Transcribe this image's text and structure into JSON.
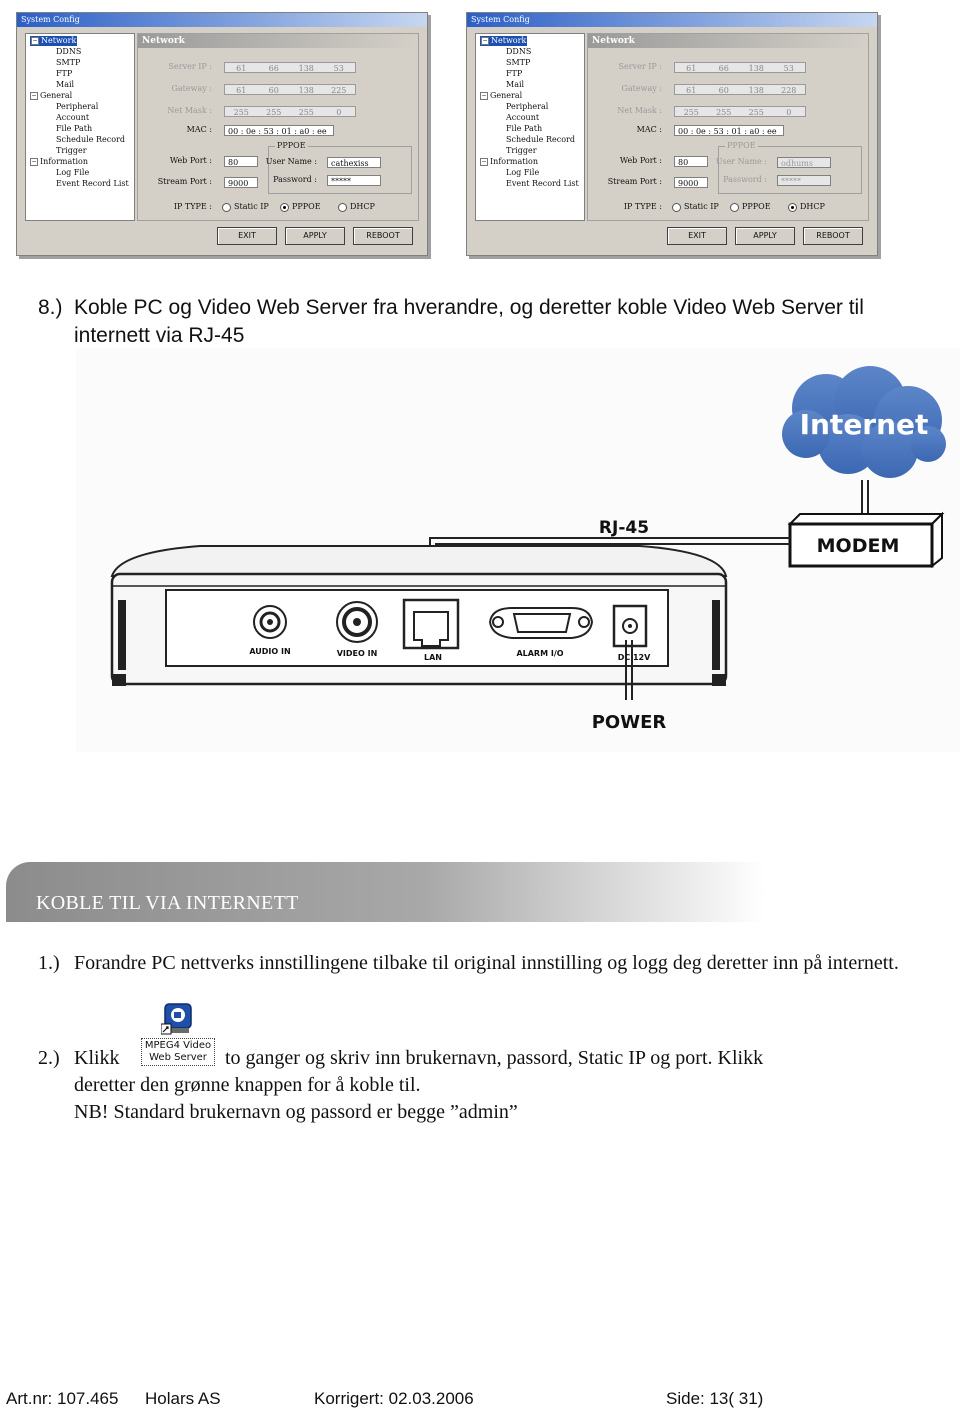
{
  "dialogs": [
    {
      "title": "System Config",
      "panel_title": "Network",
      "tree": [
        "Network",
        "DDNS",
        "SMTP",
        "FTP",
        "Mail",
        "General",
        "Peripheral",
        "Account",
        "File Path",
        "Schedule Record",
        "Trigger",
        "Information",
        "Log File",
        "Event Record List"
      ],
      "labels": {
        "server_ip": "Server IP :",
        "gateway": "Gateway :",
        "net_mask": "Net Mask :",
        "mac": "MAC :",
        "web_port": "Web Port :",
        "stream_port": "Stream Port :",
        "ip_type": "IP TYPE :",
        "pppoe": "PPPOE",
        "user_name": "User Name :",
        "password": "Password :"
      },
      "server_ip": [
        "61",
        "66",
        "138",
        "53"
      ],
      "gateway": [
        "61",
        "60",
        "138",
        "225"
      ],
      "net_mask": [
        "255",
        "255",
        "255",
        "0"
      ],
      "mac": "00 : 0e : 53 : 01 : a0 : ee",
      "web_port": "80",
      "stream_port": "9000",
      "user_name": "cathexiss",
      "password": "*****",
      "ip_type_options": [
        "Static IP",
        "PPPOE",
        "DHCP"
      ],
      "ip_type_selected": "PPPOE",
      "buttons": [
        "EXIT",
        "APPLY",
        "REBOOT"
      ]
    },
    {
      "title": "System Config",
      "panel_title": "Network",
      "tree": [
        "Network",
        "DDNS",
        "SMTP",
        "FTP",
        "Mail",
        "General",
        "Peripheral",
        "Account",
        "File Path",
        "Schedule Record",
        "Trigger",
        "Information",
        "Log File",
        "Event Record List"
      ],
      "labels": {
        "server_ip": "Server IP :",
        "gateway": "Gateway :",
        "net_mask": "Net Mask :",
        "mac": "MAC :",
        "web_port": "Web Port :",
        "stream_port": "Stream Port :",
        "ip_type": "IP TYPE :",
        "pppoe": "PPPOE",
        "user_name": "User Name :",
        "password": "Password :"
      },
      "server_ip": [
        "61",
        "66",
        "138",
        "53"
      ],
      "gateway": [
        "61",
        "60",
        "138",
        "228"
      ],
      "net_mask": [
        "255",
        "255",
        "255",
        "0"
      ],
      "mac": "00 : 0e : 53 : 01 : a0 : ee",
      "web_port": "80",
      "stream_port": "9000",
      "user_name": "odhums",
      "password": "*****",
      "ip_type_options": [
        "Static IP",
        "PPPOE",
        "DHCP"
      ],
      "ip_type_selected": "DHCP",
      "buttons": [
        "EXIT",
        "APPLY",
        "REBOOT"
      ]
    }
  ],
  "step8": {
    "number": "8.)",
    "text": "Koble PC og Video Web Server fra hverandre, og deretter koble Video Web Server til internett via RJ-45"
  },
  "diagram": {
    "internet": "Internet",
    "rj45": "RJ-45",
    "modem": "MODEM",
    "power": "POWER",
    "ports": [
      "AUDIO IN",
      "VIDEO IN",
      "LAN",
      "ALARM I/O",
      "DC 12V"
    ]
  },
  "section_banner": "KOBLE TIL VIA INTERNETT",
  "items": [
    {
      "number": "1.)",
      "text": "Forandre PC nettverks innstillingene tilbake til original innstilling og logg deg deretter inn på internett."
    },
    {
      "number": "2.)",
      "klikk": "Klikk",
      "after_icon": "to ganger og skriv inn brukernavn, passord, Static IP og port. Klikk",
      "line2": "deretter den grønne knappen for å koble til.",
      "line3": "NB! Standard brukernavn og passord er begge ”admin”"
    }
  ],
  "app_icon": {
    "line1": "MPEG4 Video",
    "line2": "Web Server"
  },
  "footer": {
    "art_nr": "Art.nr: 107.465",
    "company": "Holars AS",
    "korrigert": "Korrigert:  02.03.2006",
    "side": "Side: 13( 31)"
  }
}
